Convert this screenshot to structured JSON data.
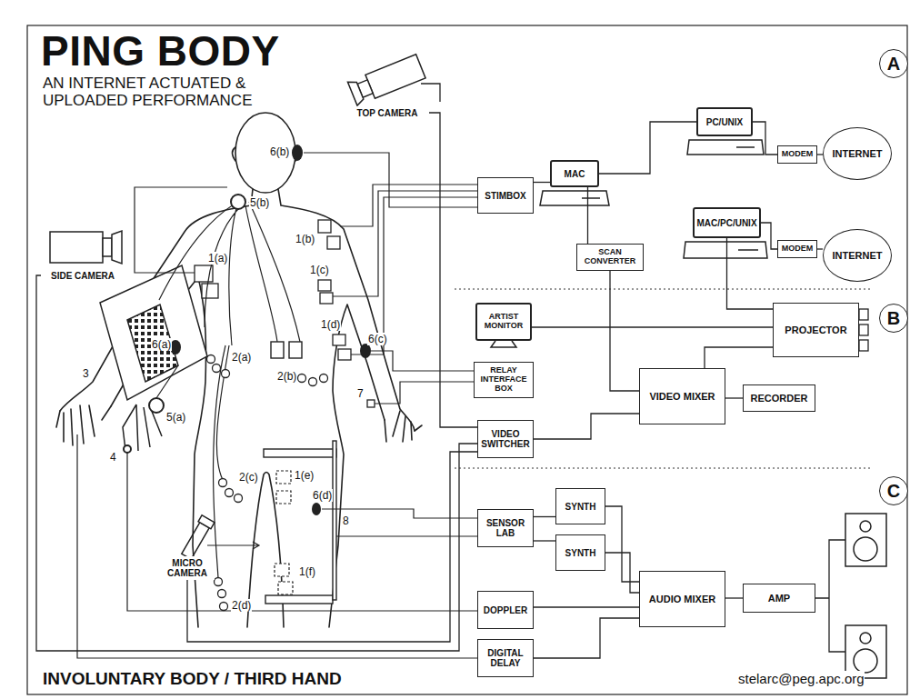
{
  "diagram": {
    "title": "PING BODY",
    "caption": "INVOLUNTARY BODY / THIRD HAND",
    "nodes": [
      {
        "text": [
          "STIMBOX"
        ]
      },
      {
        "text": [
          "MAC"
        ]
      },
      {
        "text": [
          "PC/UNIX"
        ]
      },
      {
        "text": [
          "MODEM"
        ]
      },
      {
        "text": [
          "INTERNET"
        ]
      },
      {
        "text": [
          "MAC/PC/UNIX"
        ]
      },
      {
        "text": [
          "MODEM"
        ]
      },
      {
        "text": [
          "INTERNET"
        ]
      },
      {
        "text": [
          "SCAN CONVERTER"
        ]
      },
      {
        "text": [
          "ARTIST MONITOR"
        ]
      },
      {
        "text": [
          "PROJECTOR"
        ]
      },
      {
        "text": [
          "RELAY INTERFACE BOX"
        ]
      },
      {
        "text": [
          "VIDEO MIXER"
        ]
      },
      {
        "text": [
          "RECORDER"
        ]
      },
      {
        "text": [
          "VIDEO SWITCHER"
        ]
      },
      {
        "text": [
          "SENSOR LAB"
        ]
      },
      {
        "text": [
          "SYNTH"
        ]
      },
      {
        "text": [
          "SYNTH"
        ]
      },
      {
        "text": [
          "AUDIO MIXER"
        ]
      },
      {
        "text": [
          "AMP"
        ]
      },
      {
        "text": [
          "DOPPLER"
        ]
      },
      {
        "text": [
          "DIGITAL DELAY"
        ]
      },
      {
        "text": [
          "TOP CAMERA"
        ]
      },
      {
        "text": [
          "SIDE CAMERA"
        ]
      },
      {
        "text": [
          "MICRO CAMERA"
        ]
      },
      {
        "text": [
          "A"
        ]
      },
      {
        "text": [
          "B"
        ]
      },
      {
        "text": [
          "C"
        ]
      }
    ],
    "edges": [
      {
        "from": 0,
        "to": 1,
        "arrow": "none"
      },
      {
        "from": 1,
        "to": 2,
        "arrow": "none"
      },
      {
        "from": 2,
        "to": 3,
        "arrow": "none"
      },
      {
        "from": 3,
        "to": 4,
        "arrow": "none"
      },
      {
        "from": 5,
        "to": 6,
        "arrow": "none"
      },
      {
        "from": 6,
        "to": 7,
        "arrow": "none"
      },
      {
        "from": 1,
        "to": 8,
        "arrow": "none"
      },
      {
        "from": 8,
        "to": 12,
        "arrow": "none"
      },
      {
        "from": 5,
        "to": 10,
        "arrow": "none"
      },
      {
        "from": 9,
        "to": 10,
        "arrow": "none"
      },
      {
        "from": 12,
        "to": 10,
        "arrow": "none"
      },
      {
        "from": 12,
        "to": 13,
        "arrow": "none"
      },
      {
        "from": 14,
        "to": 12,
        "arrow": "none"
      },
      {
        "from": 15,
        "to": 16,
        "arrow": "none"
      },
      {
        "from": 15,
        "to": 17,
        "arrow": "none"
      },
      {
        "from": 16,
        "to": 18,
        "arrow": "none"
      },
      {
        "from": 17,
        "to": 18,
        "arrow": "none"
      },
      {
        "from": 20,
        "to": 18,
        "arrow": "none"
      },
      {
        "from": 21,
        "to": 18,
        "arrow": "none"
      },
      {
        "from": 18,
        "to": 19,
        "arrow": "none"
      },
      {
        "from": 22,
        "to": 14,
        "arrow": "none"
      },
      {
        "from": 23,
        "to": 14,
        "arrow": "none"
      },
      {
        "from": 24,
        "to": 14,
        "arrow": "none"
      }
    ],
    "labels": [
      "AN INTERNET ACTUATED & UPLOADED PERFORMANCE",
      "stelarc@peg.apc.org",
      "6(b)",
      "5(b)",
      "1(a)",
      "1(b)",
      "1(c)",
      "1(d)",
      "6(c)",
      "6(a)",
      "2(a)",
      "2(b)",
      "3",
      "5(a)",
      "4",
      "7",
      "2(c)",
      "1(e)",
      "6(d)",
      "8",
      "1(f)",
      "2(d)"
    ]
  }
}
